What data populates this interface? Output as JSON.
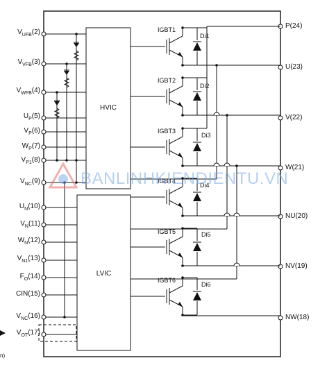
{
  "pins_left": [
    {
      "id": "vufb",
      "main": "V",
      "sub": "UFB",
      "num": "(2)"
    },
    {
      "id": "vvfb",
      "main": "V",
      "sub": "VFB",
      "num": "(3)"
    },
    {
      "id": "vwfb",
      "main": "V",
      "sub": "WFB",
      "num": "(4)"
    },
    {
      "id": "up",
      "main": "U",
      "sub": "P",
      "num": "(5)"
    },
    {
      "id": "vp",
      "main": "V",
      "sub": "P",
      "num": "(6)"
    },
    {
      "id": "wp",
      "main": "W",
      "sub": "P",
      "num": "(7)"
    },
    {
      "id": "vp1",
      "main": "V",
      "sub": "P1",
      "num": "(8)"
    },
    {
      "id": "vnc9",
      "main": "V",
      "sub": "NC",
      "num": "(9)"
    },
    {
      "id": "un",
      "main": "U",
      "sub": "N",
      "num": "(10)"
    },
    {
      "id": "vn",
      "main": "V",
      "sub": "N",
      "num": "(11)"
    },
    {
      "id": "wn",
      "main": "W",
      "sub": "N",
      "num": "(12)"
    },
    {
      "id": "vn1",
      "main": "V",
      "sub": "N1",
      "num": "(13)"
    },
    {
      "id": "fo",
      "main": "F",
      "sub": "O",
      "num": "(14)"
    },
    {
      "id": "cin",
      "main": "CIN",
      "sub": "",
      "num": "(15)"
    },
    {
      "id": "vnc16",
      "main": "V",
      "sub": "NC",
      "num": "(16)"
    },
    {
      "id": "vot",
      "main": "V",
      "sub": "OT",
      "num": "(17)"
    }
  ],
  "pins_right": [
    {
      "id": "p",
      "label": "P(24)"
    },
    {
      "id": "u",
      "label": "U(23)"
    },
    {
      "id": "v",
      "label": "V(22)"
    },
    {
      "id": "w",
      "label": "W(21)"
    },
    {
      "id": "nu",
      "label": "NU(20)"
    },
    {
      "id": "nv",
      "label": "NV(19)"
    },
    {
      "id": "nw",
      "label": "NW(18)"
    }
  ],
  "blocks": {
    "hvic": "HVIC",
    "lvic": "LVIC"
  },
  "igbts": [
    "IGBT1",
    "IGBT2",
    "IGBT3",
    "IGBT4",
    "IGBT5",
    "IGBT6"
  ],
  "diodes": [
    "Di1",
    "Di2",
    "Di3",
    "Di4",
    "Di5",
    "Di6"
  ],
  "watermark": "BANLINHKIENDIENTU.VN",
  "edge_fragment": "n)",
  "colors": {
    "line": "#111111",
    "watermark": "#8fb8e8"
  }
}
